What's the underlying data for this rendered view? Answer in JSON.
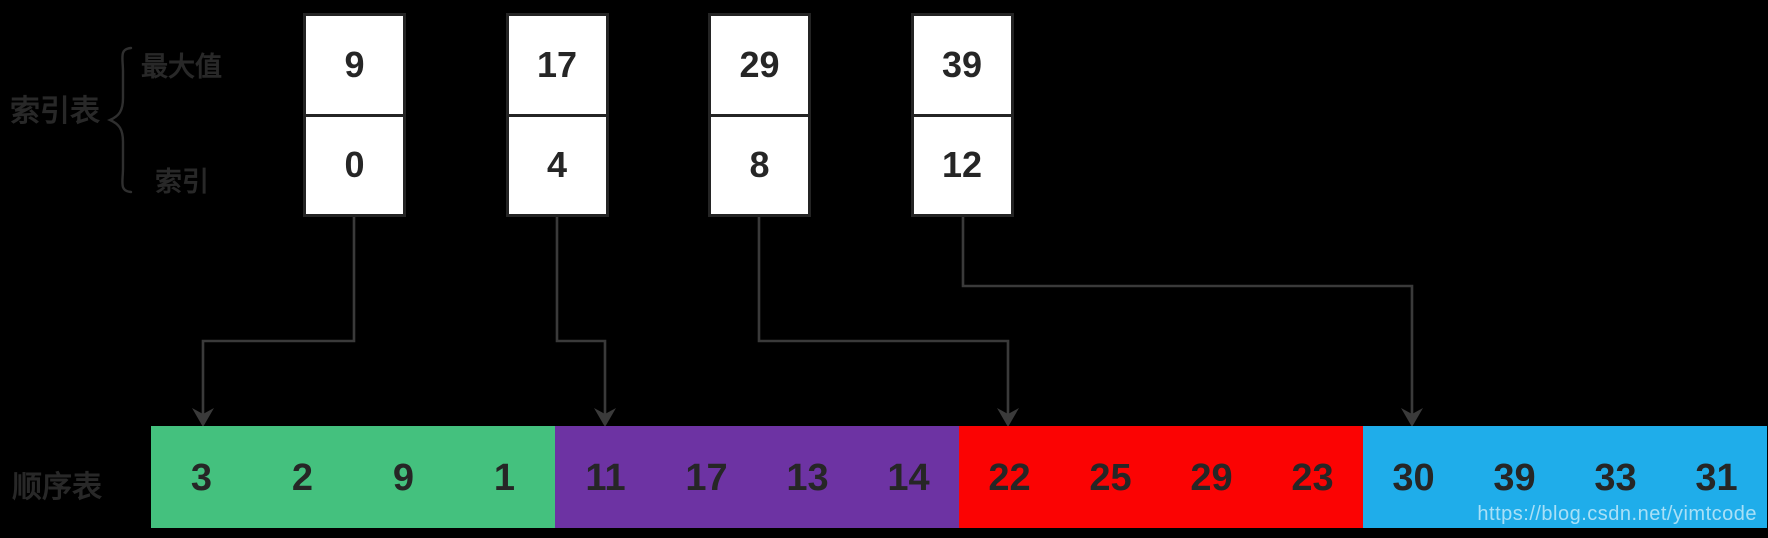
{
  "diagram": {
    "index_table_label": "索引表",
    "max_value_label": "最大值",
    "index_label": "索引",
    "sequential_list_label": "顺序表",
    "index_entries": [
      {
        "max": "9",
        "index": "0"
      },
      {
        "max": "17",
        "index": "4"
      },
      {
        "max": "29",
        "index": "8"
      },
      {
        "max": "39",
        "index": "12"
      }
    ],
    "segments": [
      {
        "name": "segment-1",
        "color": "#44c17e",
        "values": [
          "3",
          "2",
          "9",
          "1"
        ]
      },
      {
        "name": "segment-2",
        "color": "#6d33a3",
        "values": [
          "11",
          "17",
          "13",
          "14"
        ]
      },
      {
        "name": "segment-3",
        "color": "#fb0303",
        "values": [
          "22",
          "25",
          "29",
          "23"
        ]
      },
      {
        "name": "segment-4",
        "color": "#1fadea",
        "values": [
          "30",
          "39",
          "33",
          "31"
        ]
      }
    ],
    "watermark": "https://blog.csdn.net/yimtcode"
  },
  "colors": {
    "background": "#000000",
    "box_fill": "#ffffff",
    "box_border": "#242424",
    "connector_line": "#3a3a3a",
    "text_dark": "#262626",
    "label_gray": "#282828",
    "segment_green": "#44c17e",
    "segment_purple": "#6d33a3",
    "segment_red": "#fb0303",
    "segment_blue": "#1fadea",
    "watermark_text": "rgba(255,255,255,0.62)"
  }
}
